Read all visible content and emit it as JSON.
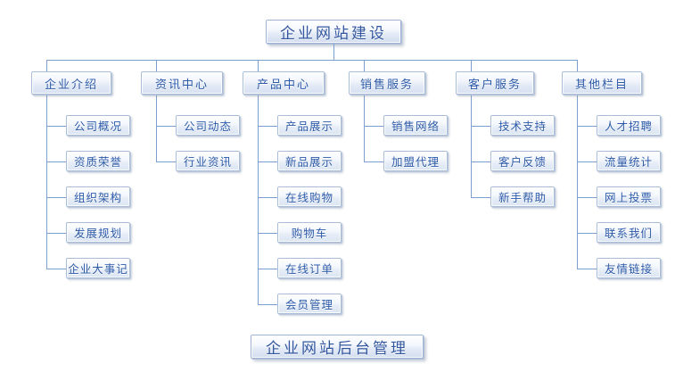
{
  "diagram": {
    "title_text": "企业网站建设",
    "footer_text": "企业网站后台管理",
    "accent_color": "#2c5aa8",
    "line_color": "#7d9fd0",
    "box_fill": "#e3eaf6",
    "background": "#ffffff"
  },
  "root": {
    "label": "企业网站建设"
  },
  "footer": {
    "label": "企业网站后台管理"
  },
  "columns": [
    {
      "key": "company-intro",
      "label": "企业介绍",
      "children": [
        {
          "label": "公司概况"
        },
        {
          "label": "资质荣誉"
        },
        {
          "label": "组织架构"
        },
        {
          "label": "发展规划"
        },
        {
          "label": "企业大事记"
        }
      ]
    },
    {
      "key": "news-center",
      "label": "资讯中心",
      "children": [
        {
          "label": "公司动态"
        },
        {
          "label": "行业资讯"
        }
      ]
    },
    {
      "key": "product-center",
      "label": "产品中心",
      "children": [
        {
          "label": "产品展示"
        },
        {
          "label": "新品展示"
        },
        {
          "label": "在线购物"
        },
        {
          "label": "购物车"
        },
        {
          "label": "在线订单"
        },
        {
          "label": "会员管理"
        }
      ]
    },
    {
      "key": "sales-service",
      "label": "销售服务",
      "children": [
        {
          "label": "销售网络"
        },
        {
          "label": "加盟代理"
        }
      ]
    },
    {
      "key": "customer-service",
      "label": "客户服务",
      "children": [
        {
          "label": "技术支持"
        },
        {
          "label": "客户反馈"
        },
        {
          "label": "新手帮助"
        }
      ]
    },
    {
      "key": "other-columns",
      "label": "其他栏目",
      "children": [
        {
          "label": "人才招聘"
        },
        {
          "label": "流量统计"
        },
        {
          "label": "网上投票"
        },
        {
          "label": "联系我们"
        },
        {
          "label": "友情链接"
        }
      ]
    }
  ]
}
